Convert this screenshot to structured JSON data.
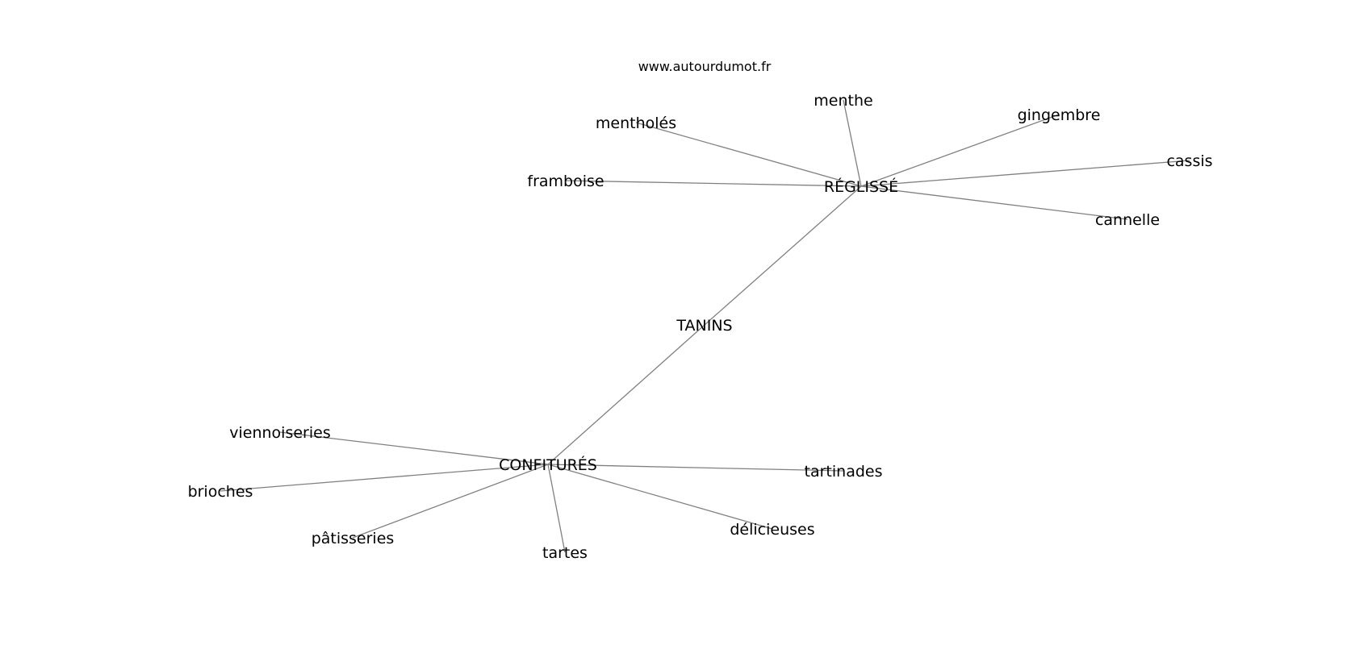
{
  "source": "www.autourdumot.fr",
  "colors": {
    "edge": "#808080",
    "text": "#000000",
    "background": "#ffffff"
  },
  "nodes": [
    {
      "id": "tanins",
      "label": "TANINS"
    },
    {
      "id": "reglisse",
      "label": "RÉGLISSÉ"
    },
    {
      "id": "confitures",
      "label": "CONFITURÉS"
    },
    {
      "id": "menthe",
      "label": "menthe"
    },
    {
      "id": "mentholes",
      "label": "mentholés"
    },
    {
      "id": "gingembre",
      "label": "gingembre"
    },
    {
      "id": "cassis",
      "label": "cassis"
    },
    {
      "id": "framboise",
      "label": "framboise"
    },
    {
      "id": "cannelle",
      "label": "cannelle"
    },
    {
      "id": "viennoiseries",
      "label": "viennoiseries"
    },
    {
      "id": "brioches",
      "label": "brioches"
    },
    {
      "id": "patisseries",
      "label": "pâtisseries"
    },
    {
      "id": "tartes",
      "label": "tartes"
    },
    {
      "id": "delicieuses",
      "label": "délicieuses"
    },
    {
      "id": "tartinades",
      "label": "tartinades"
    }
  ],
  "edges": [
    [
      "tanins",
      "reglisse"
    ],
    [
      "tanins",
      "confitures"
    ],
    [
      "reglisse",
      "menthe"
    ],
    [
      "reglisse",
      "mentholes"
    ],
    [
      "reglisse",
      "gingembre"
    ],
    [
      "reglisse",
      "cassis"
    ],
    [
      "reglisse",
      "framboise"
    ],
    [
      "reglisse",
      "cannelle"
    ],
    [
      "confitures",
      "viennoiseries"
    ],
    [
      "confitures",
      "brioches"
    ],
    [
      "confitures",
      "patisseries"
    ],
    [
      "confitures",
      "tartes"
    ],
    [
      "confitures",
      "delicieuses"
    ],
    [
      "confitures",
      "tartinades"
    ]
  ]
}
